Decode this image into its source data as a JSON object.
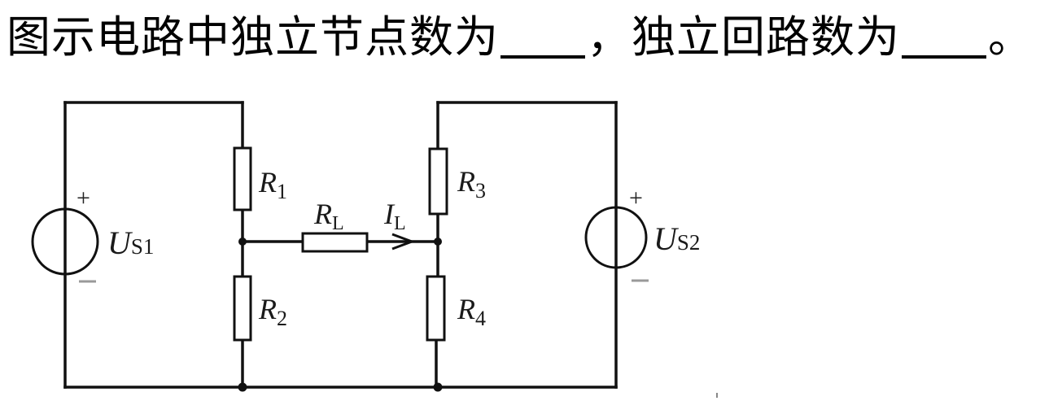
{
  "question": {
    "part1": "图示电路中独立节点数为",
    "blank1": "",
    "part2": "，独立回路数为",
    "blank2": "",
    "end": "。"
  },
  "circuit": {
    "sources": [
      {
        "name": "U",
        "sub": "S1",
        "plus": "+",
        "minus": "−"
      },
      {
        "name": "U",
        "sub": "S2",
        "plus": "+",
        "minus": "−"
      }
    ],
    "resistors": [
      {
        "name": "R",
        "sub": "1"
      },
      {
        "name": "R",
        "sub": "2"
      },
      {
        "name": "R",
        "sub": "3"
      },
      {
        "name": "R",
        "sub": "4"
      },
      {
        "name": "R",
        "sub": "L"
      }
    ],
    "current": {
      "name": "I",
      "sub": "L"
    }
  }
}
